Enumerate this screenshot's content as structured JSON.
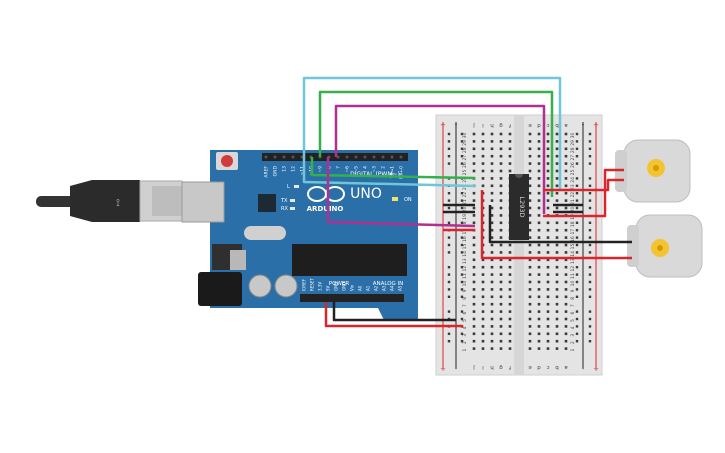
{
  "arduino": {
    "brand": "ARDUINO",
    "model": "UNO",
    "digital_header": "DIGITAL (PWM~)",
    "power_header": "POWER",
    "analog_header": "ANALOG IN",
    "led_on": "ON",
    "led_l": "L",
    "led_tx": "TX",
    "led_rx": "RX",
    "digital_pins": [
      "AREF",
      "GND",
      "13",
      "12",
      "~11",
      "~10",
      "~9",
      "8",
      "7",
      "~6",
      "~5",
      "4",
      "~3",
      "2",
      "TX→1",
      "RX←0"
    ],
    "power_pins": [
      "IOREF",
      "RESET",
      "3.3V",
      "5V",
      "GND",
      "GND",
      "Vin"
    ],
    "analog_pins": [
      "A0",
      "A1",
      "A2",
      "A3",
      "A4",
      "A5"
    ]
  },
  "breadboard": {
    "left_cols": [
      "j",
      "i",
      "h",
      "g",
      "f"
    ],
    "right_cols": [
      "e",
      "d",
      "c",
      "b",
      "a"
    ],
    "rows": 30,
    "plus": "+",
    "minus": "-"
  },
  "ic": {
    "label": "L293D"
  },
  "colors": {
    "board_blue": "#2a6fa8",
    "wire_cyan": "#6ec6d8",
    "wire_green": "#35b04a",
    "wire_magenta": "#b0308f",
    "wire_red": "#d8262c",
    "wire_black": "#222222",
    "motor_gear": "#f4c430"
  }
}
